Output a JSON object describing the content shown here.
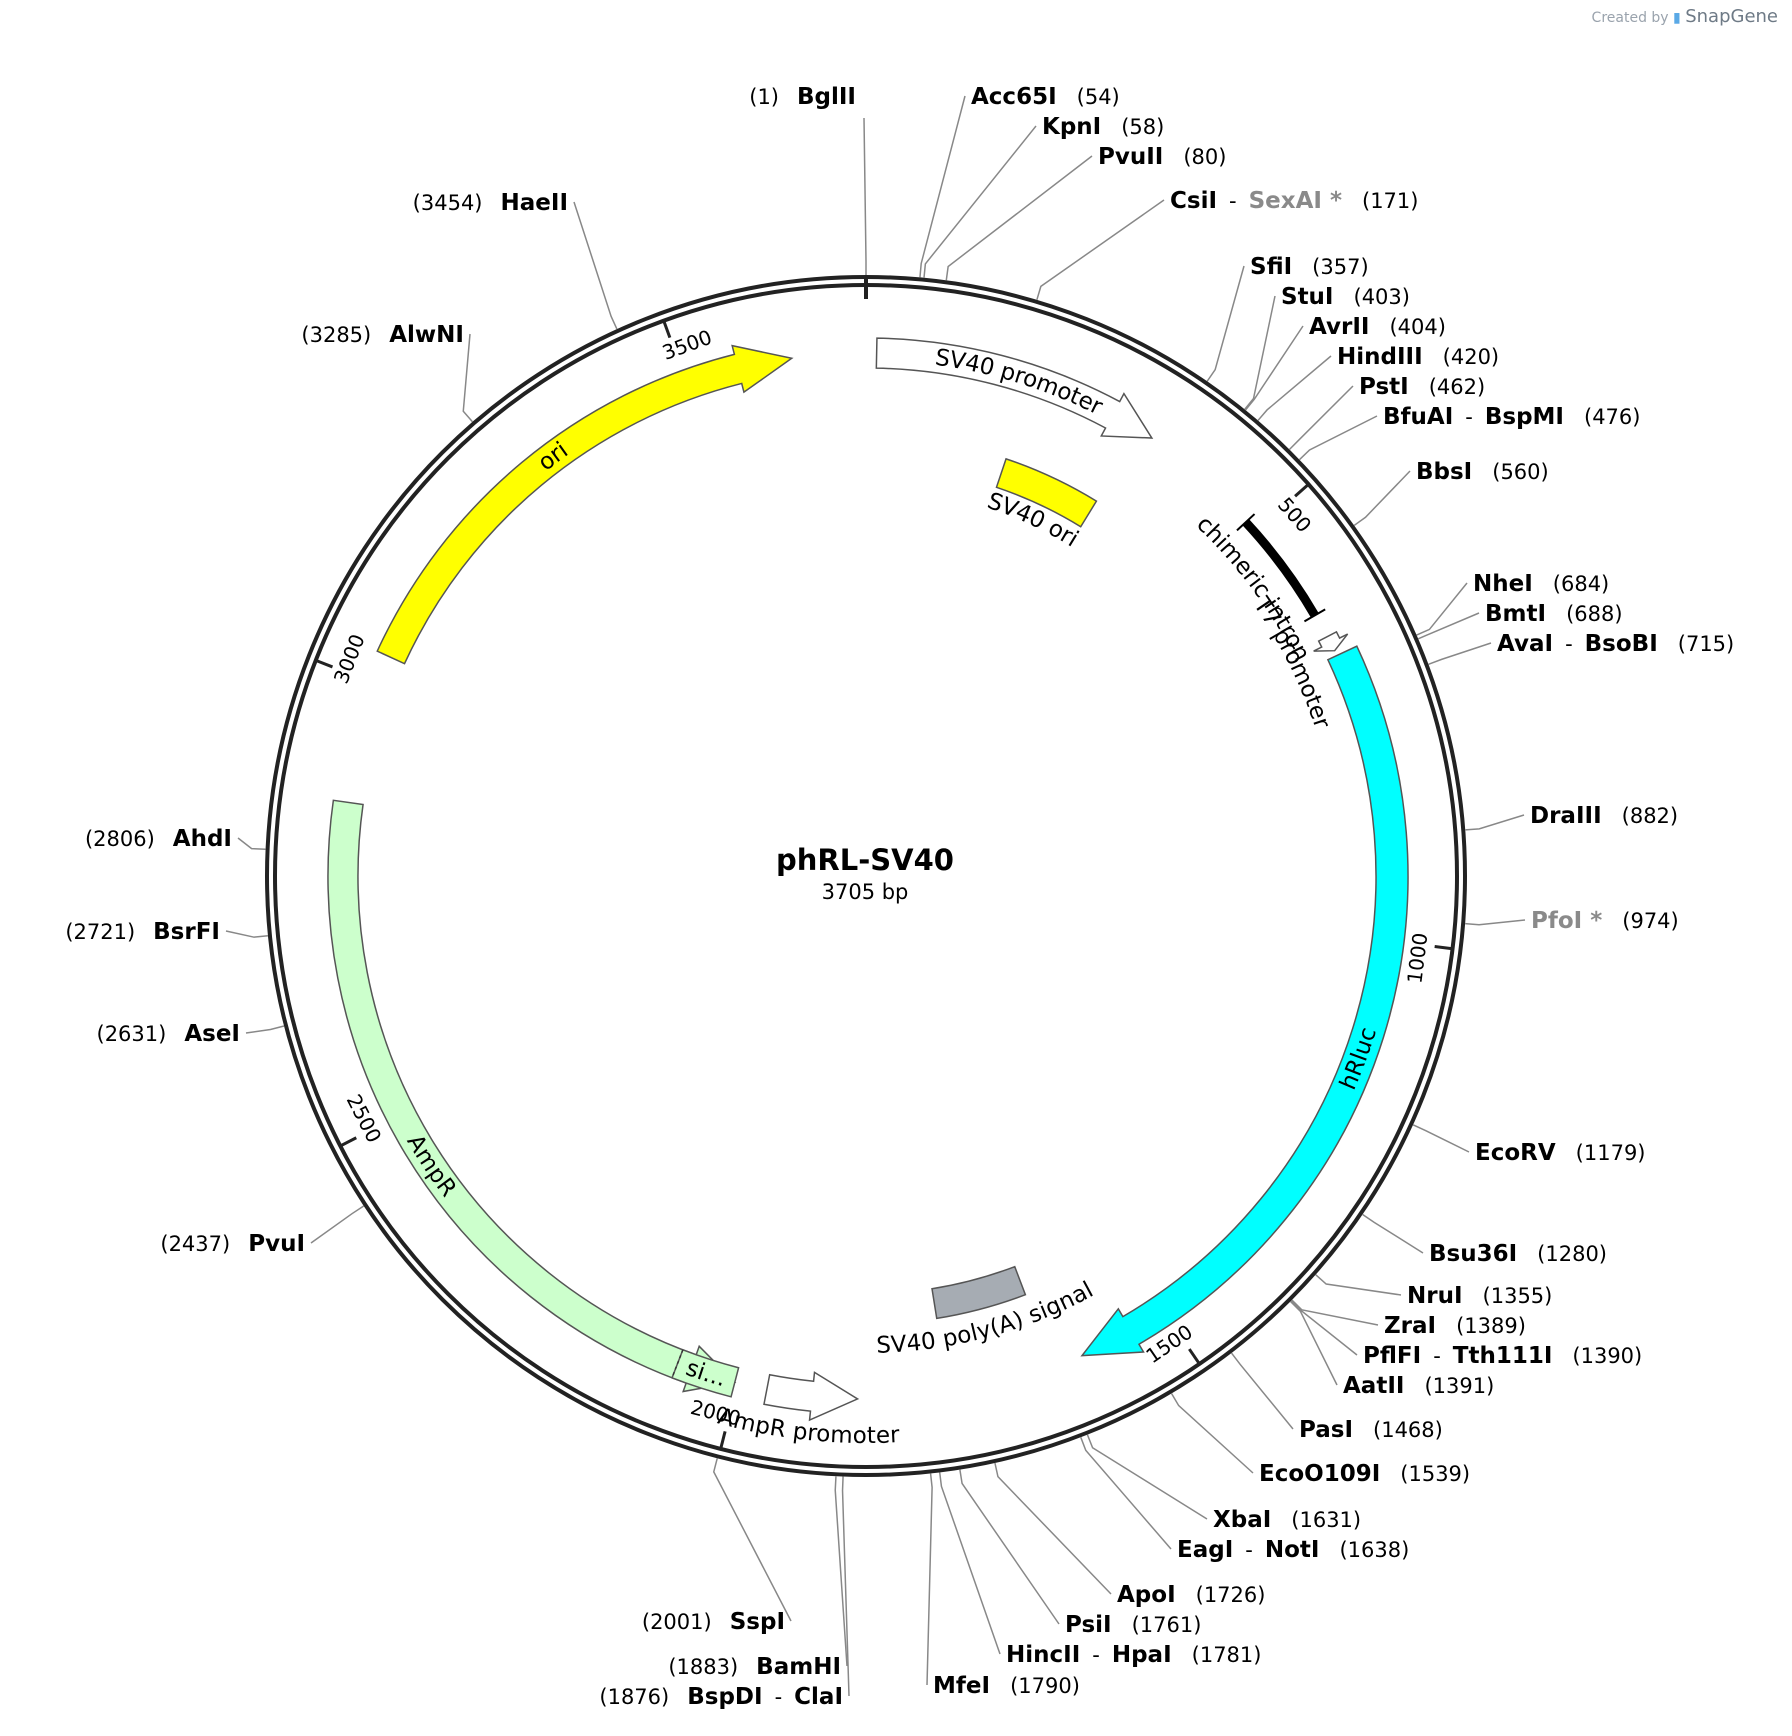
{
  "credit": {
    "prefix": "Created by",
    "brand": "SnapGene"
  },
  "map": {
    "name": "phRL-SV40",
    "length_label": "3705 bp",
    "length": 3705
  },
  "ticks": [
    {
      "pos": 500,
      "label": "500"
    },
    {
      "pos": 1000,
      "label": "1000"
    },
    {
      "pos": 1500,
      "label": "1500"
    },
    {
      "pos": 2000,
      "label": "2000"
    },
    {
      "pos": 2500,
      "label": "2500"
    },
    {
      "pos": 3000,
      "label": "3000"
    },
    {
      "pos": 3500,
      "label": "3500"
    }
  ],
  "features": [
    {
      "label": "SV40 promoter",
      "start": 13,
      "end": 342,
      "type": "promoter",
      "color": "#ffffff"
    },
    {
      "label": "SV40 ori",
      "start": 192,
      "end": 326,
      "type": "rep_origin",
      "color": "#ffff00"
    },
    {
      "label": "chimeric intron",
      "start": 485,
      "end": 617,
      "type": "intron",
      "color": "#000000"
    },
    {
      "label": "T7 promoter",
      "start": 645,
      "end": 663,
      "type": "promoter",
      "color": "#ffffff"
    },
    {
      "label": "hRluc",
      "start": 669,
      "end": 1604,
      "type": "cds",
      "color": "#00ffff"
    },
    {
      "label": "SV40 poly(A) signal",
      "start": 1639,
      "end": 1760,
      "type": "terminator",
      "color": "#a6acb3"
    },
    {
      "label": "AmpR promoter",
      "start": 1863,
      "end": 1966,
      "type": "promoter",
      "color": "#ffffff"
    },
    {
      "label": "AmpR",
      "start": 2003,
      "end": 2863,
      "type": "cds",
      "color": "#ccffcc"
    },
    {
      "label": "si...",
      "start": 2003,
      "end": 2071,
      "type": "signal",
      "color": "#ccffcc"
    },
    {
      "label": "ori",
      "start": 3034,
      "end": 3622,
      "type": "rep_origin",
      "color": "#ffff00"
    }
  ],
  "sites": [
    {
      "name": "BglII",
      "pos": 1,
      "pos_label": "(1)"
    },
    {
      "name": "Acc65I",
      "pos": 54,
      "pos_label": "(54)"
    },
    {
      "name": "KpnI",
      "pos": 58,
      "pos_label": "(58)"
    },
    {
      "name": "PvuII",
      "pos": 80,
      "pos_label": "(80)"
    },
    {
      "name": "CsiI",
      "name2": "SexAI *",
      "name2_gray": true,
      "pos": 171,
      "pos_label": "(171)"
    },
    {
      "name": "SfiI",
      "pos": 357,
      "pos_label": "(357)"
    },
    {
      "name": "StuI",
      "pos": 403,
      "pos_label": "(403)"
    },
    {
      "name": "AvrII",
      "pos": 404,
      "pos_label": "(404)"
    },
    {
      "name": "HindIII",
      "pos": 420,
      "pos_label": "(420)"
    },
    {
      "name": "PstI",
      "pos": 462,
      "pos_label": "(462)"
    },
    {
      "name": "BfuAI",
      "name2": "BspMI",
      "pos": 476,
      "pos_label": "(476)"
    },
    {
      "name": "BbsI",
      "pos": 560,
      "pos_label": "(560)"
    },
    {
      "name": "NheI",
      "pos": 684,
      "pos_label": "(684)"
    },
    {
      "name": "BmtI",
      "pos": 688,
      "pos_label": "(688)"
    },
    {
      "name": "AvaI",
      "name2": "BsoBI",
      "pos": 715,
      "pos_label": "(715)"
    },
    {
      "name": "DraIII",
      "pos": 882,
      "pos_label": "(882)"
    },
    {
      "name": "PfoI *",
      "gray": true,
      "pos": 974,
      "pos_label": "(974)"
    },
    {
      "name": "EcoRV",
      "pos": 1179,
      "pos_label": "(1179)"
    },
    {
      "name": "Bsu36I",
      "pos": 1280,
      "pos_label": "(1280)"
    },
    {
      "name": "NruI",
      "pos": 1355,
      "pos_label": "(1355)"
    },
    {
      "name": "ZraI",
      "pos": 1389,
      "pos_label": "(1389)"
    },
    {
      "name": "PflFI",
      "name2": "Tth111I",
      "pos": 1390,
      "pos_label": "(1390)"
    },
    {
      "name": "AatII",
      "pos": 1391,
      "pos_label": "(1391)"
    },
    {
      "name": "PasI",
      "pos": 1468,
      "pos_label": "(1468)"
    },
    {
      "name": "EcoO109I",
      "pos": 1539,
      "pos_label": "(1539)"
    },
    {
      "name": "XbaI",
      "pos": 1631,
      "pos_label": "(1631)"
    },
    {
      "name": "EagI",
      "name2": "NotI",
      "pos": 1638,
      "pos_label": "(1638)"
    },
    {
      "name": "ApoI",
      "pos": 1726,
      "pos_label": "(1726)"
    },
    {
      "name": "PsiI",
      "pos": 1761,
      "pos_label": "(1761)"
    },
    {
      "name": "HincII",
      "name2": "HpaI",
      "pos": 1781,
      "pos_label": "(1781)"
    },
    {
      "name": "MfeI",
      "pos": 1790,
      "pos_label": "(1790)"
    },
    {
      "name": "BspDI",
      "name2": "ClaI",
      "pos": 1876,
      "pos_label": "(1876)"
    },
    {
      "name": "BamHI",
      "pos": 1883,
      "pos_label": "(1883)"
    },
    {
      "name": "SspI",
      "pos": 2001,
      "pos_label": "(2001)"
    },
    {
      "name": "PvuI",
      "pos": 2437,
      "pos_label": "(2437)"
    },
    {
      "name": "AseI",
      "pos": 2631,
      "pos_label": "(2631)"
    },
    {
      "name": "BsrFI",
      "pos": 2721,
      "pos_label": "(2721)"
    },
    {
      "name": "AhdI",
      "pos": 2806,
      "pos_label": "(2806)"
    },
    {
      "name": "AlwNI",
      "pos": 3285,
      "pos_label": "(3285)"
    },
    {
      "name": "HaeII",
      "pos": 3454,
      "pos_label": "(3454)"
    }
  ]
}
